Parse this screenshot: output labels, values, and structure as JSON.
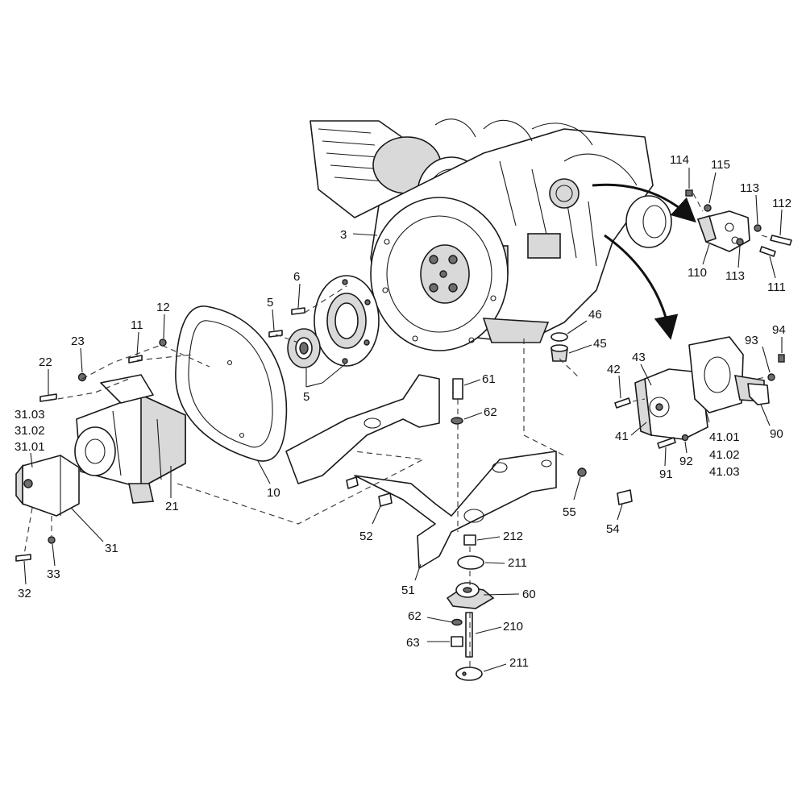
{
  "callouts": {
    "c3": "3",
    "c5a": "5",
    "c5b": "5",
    "c6": "6",
    "c10": "10",
    "c11": "11",
    "c12": "12",
    "c21": "21",
    "c22": "22",
    "c23": "23",
    "c31": "31",
    "c31_01": "31.01",
    "c31_02": "31.02",
    "c31_03": "31.03",
    "c32": "32",
    "c33": "33",
    "c41": "41",
    "c41_01": "41.01",
    "c41_02": "41.02",
    "c41_03": "41.03",
    "c42": "42",
    "c43": "43",
    "c45": "45",
    "c46": "46",
    "c51": "51",
    "c52": "52",
    "c54": "54",
    "c55": "55",
    "c60": "60",
    "c61": "61",
    "c62a": "62",
    "c62b": "62",
    "c63": "63",
    "c90": "90",
    "c91": "91",
    "c92": "92",
    "c93": "93",
    "c94": "94",
    "c110": "110",
    "c111": "111",
    "c112": "112",
    "c113a": "113",
    "c113b": "113",
    "c114": "114",
    "c115": "115",
    "c210": "210",
    "c211a": "211",
    "c211b": "211",
    "c212": "212"
  }
}
